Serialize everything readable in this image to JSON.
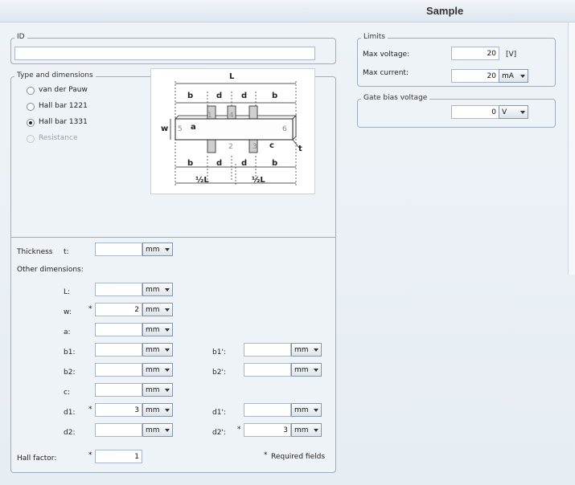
{
  "window": {
    "title": "Sample"
  },
  "id_group": {
    "legend": "ID",
    "value": ""
  },
  "type_group": {
    "legend": "Type and dimensions",
    "options": [
      {
        "label": "van der Pauw",
        "checked": false,
        "disabled": false
      },
      {
        "label": "Hall bar 1221",
        "checked": false,
        "disabled": false
      },
      {
        "label": "Hall bar 1331",
        "checked": true,
        "disabled": false
      },
      {
        "label": "Resistance",
        "checked": false,
        "disabled": true
      }
    ],
    "diagram_labels": {
      "L": "L",
      "b1": "b",
      "d1": "d",
      "d2": "d",
      "b2": "b",
      "w": "w",
      "a": "a",
      "c": "c",
      "t": "t",
      "n1": "1",
      "n2": "2",
      "n3": "3",
      "n4": "4",
      "n5": "5",
      "n6": "6",
      "half1": "½L",
      "half2": "½L"
    }
  },
  "dims": {
    "thickness_label": "Thickness",
    "thickness_sym": "t:",
    "thickness_value": "",
    "thickness_unit": "mm",
    "other_label": "Other dimensions:",
    "rows": [
      {
        "label": "L:",
        "value": "",
        "unit": "mm",
        "required": false
      },
      {
        "label": "w:",
        "value": "2",
        "unit": "mm",
        "required": true
      },
      {
        "label": "a:",
        "value": "",
        "unit": "mm",
        "required": false
      },
      {
        "label": "b1:",
        "value": "",
        "unit": "mm",
        "required": false
      },
      {
        "label": "b2:",
        "value": "",
        "unit": "mm",
        "required": false
      },
      {
        "label": "c:",
        "value": "",
        "unit": "mm",
        "required": false
      },
      {
        "label": "d1:",
        "value": "3",
        "unit": "mm",
        "required": true
      },
      {
        "label": "d2:",
        "value": "",
        "unit": "mm",
        "required": false
      }
    ],
    "right_rows": [
      {
        "label": "b1':",
        "value": "",
        "unit": "mm",
        "required": false
      },
      {
        "label": "b2':",
        "value": "",
        "unit": "mm",
        "required": false
      },
      {
        "label": "d1':",
        "value": "",
        "unit": "mm",
        "required": false
      },
      {
        "label": "d2':",
        "value": "3",
        "unit": "mm",
        "required": true
      }
    ],
    "hall_label": "Hall factor:",
    "hall_value": "1",
    "required_note": "Required fields",
    "star": "*"
  },
  "limits": {
    "legend": "Limits",
    "max_voltage_label": "Max voltage:",
    "max_voltage_value": "20",
    "max_voltage_unit": "[V]",
    "max_current_label": "Max current:",
    "max_current_value": "20",
    "max_current_unit": "mA"
  },
  "gate": {
    "legend": "Gate bias voltage",
    "value": "0",
    "unit": "V"
  }
}
